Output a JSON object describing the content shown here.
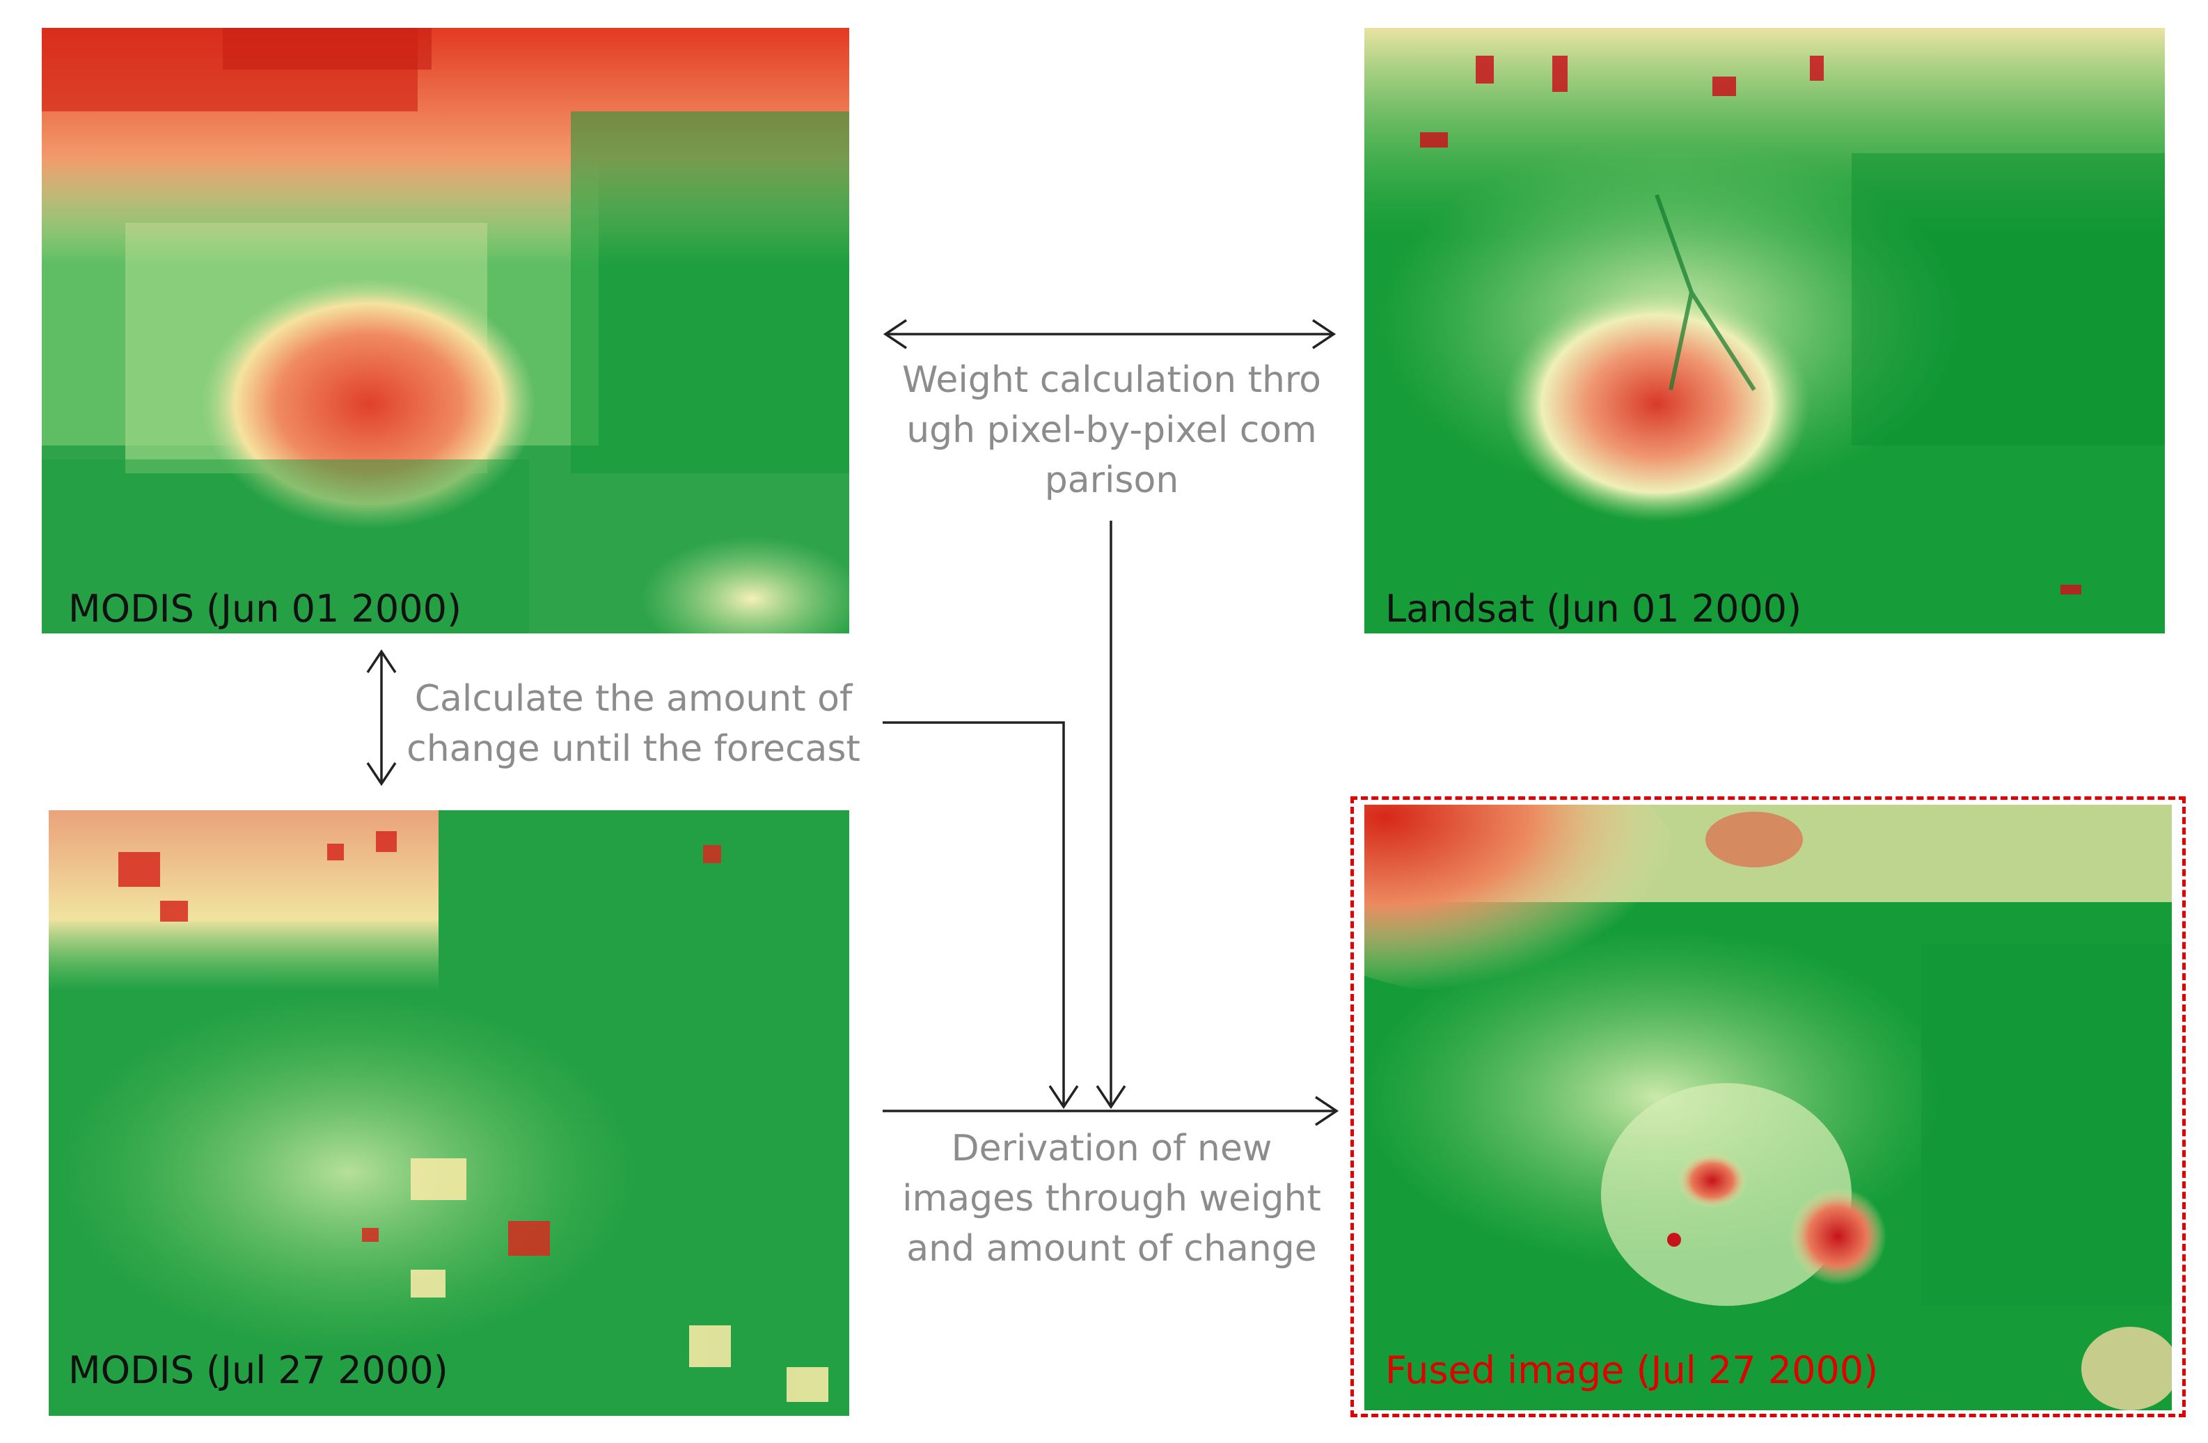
{
  "panels": {
    "modis_jun": {
      "label": "MODIS (Jun 01 2000)"
    },
    "landsat_jun": {
      "label": "Landsat (Jun 01 2000)"
    },
    "modis_jul": {
      "label": "MODIS (Jul 27 2000)"
    },
    "fused_jul": {
      "label": "Fused image (Jul 27 2000)",
      "label_color": "#e00000"
    }
  },
  "steps": {
    "weight": {
      "lines": [
        "Weight calculation thro",
        "ugh pixel-by-pixel com",
        "parison"
      ]
    },
    "change": {
      "lines": [
        "Calculate the amount of",
        "change until the forecast"
      ]
    },
    "derive": {
      "lines": [
        "Derivation of new",
        "images through weight",
        "and amount of change"
      ]
    }
  },
  "colors": {
    "high_ndvi": "#0f9a32",
    "mid_ndvi": "#8ed07a",
    "low_ndvi": "#f4eba8",
    "bare": "#e8684a",
    "very_bare": "#c9141c",
    "connector": "#222222",
    "step_text": "#8c8c8c"
  }
}
